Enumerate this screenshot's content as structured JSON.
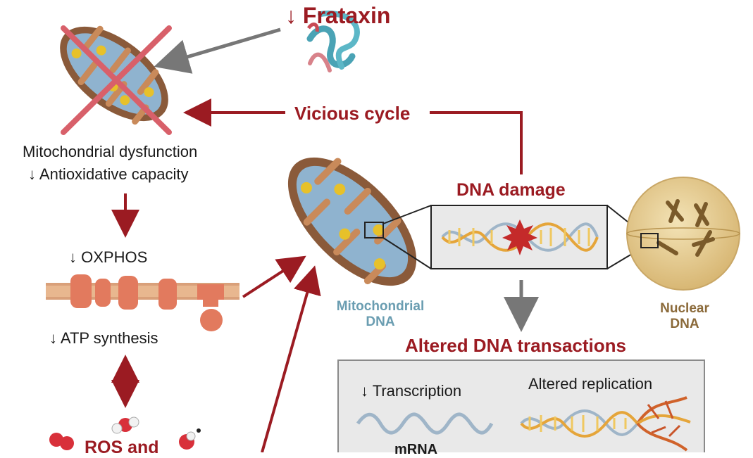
{
  "top": {
    "arrow": "↓",
    "label": "Frataxin"
  },
  "cycle_label": "Vicious cycle",
  "mito_status": {
    "line1": "Mitochondrial dysfunction",
    "arrow": "↓",
    "line2": "Antioxidative capacity"
  },
  "oxphos": {
    "arrow": "↓",
    "label": "OXPHOS"
  },
  "atp": {
    "arrow": "↓",
    "label": "ATP synthesis"
  },
  "ros_label": "ROS and",
  "dna_damage": "DNA damage",
  "mito_dna": {
    "line1": "Mitochondrial",
    "line2": "DNA"
  },
  "nuclear_dna": {
    "line1": "Nuclear",
    "line2": "DNA"
  },
  "altered_transactions": "Altered DNA transactions",
  "panel": {
    "transcription_arrow": "↓",
    "transcription": "Transcription",
    "replication": "Altered replication",
    "mrna": "mRNA"
  },
  "icons": {
    "iron": "Fe",
    "colors": {
      "dark_red": "#9b1b22",
      "gray_arrow": "#777777",
      "mito_outer": "#8a5a3a",
      "mito_inner": "#8fb3cf",
      "iron": "#e7c12a",
      "membrane": "#e8b78f",
      "protein": "#e27a5e",
      "nucleus": "#e6cc8f"
    }
  }
}
